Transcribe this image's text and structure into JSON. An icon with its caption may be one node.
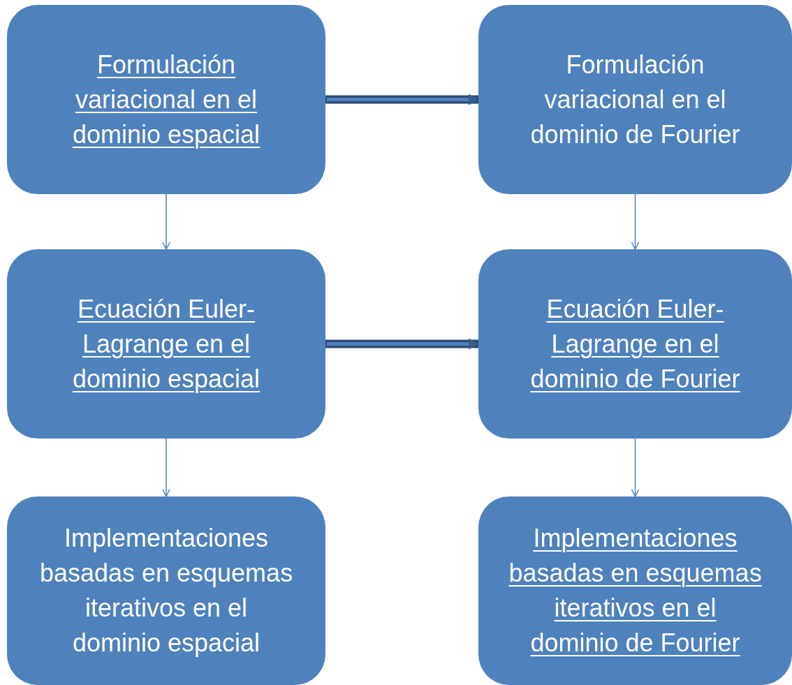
{
  "diagram": {
    "nodes": [
      {
        "text": [
          "Formulación variacional en el dominio espacial"
        ]
      },
      {
        "text": [
          "Formulación variacional en el dominio de Fourier"
        ]
      },
      {
        "text": [
          "Ecuación Euler-Lagrange en el dominio espacial"
        ]
      },
      {
        "text": [
          "Ecuación Euler-Lagrange en el dominio de Fourier"
        ]
      },
      {
        "text": [
          "Implementaciones basadas en esquemas iterativos en el dominio espacial"
        ]
      },
      {
        "text": [
          "Implementaciones basadas en esquemas iterativos en el dominio de Fourier"
        ]
      }
    ],
    "edges": [
      {
        "from": 0,
        "to": 1,
        "arrow": "to",
        "style": "thick",
        "color": "#2c4d75"
      },
      {
        "from": 0,
        "to": 2,
        "arrow": "to"
      },
      {
        "from": 1,
        "to": 3,
        "arrow": "to"
      },
      {
        "from": 2,
        "to": 3,
        "arrow": "to",
        "style": "thick",
        "color": "#2c4d75"
      },
      {
        "from": 2,
        "to": 4,
        "arrow": "to"
      },
      {
        "from": 3,
        "to": 5,
        "arrow": "to"
      }
    ]
  }
}
